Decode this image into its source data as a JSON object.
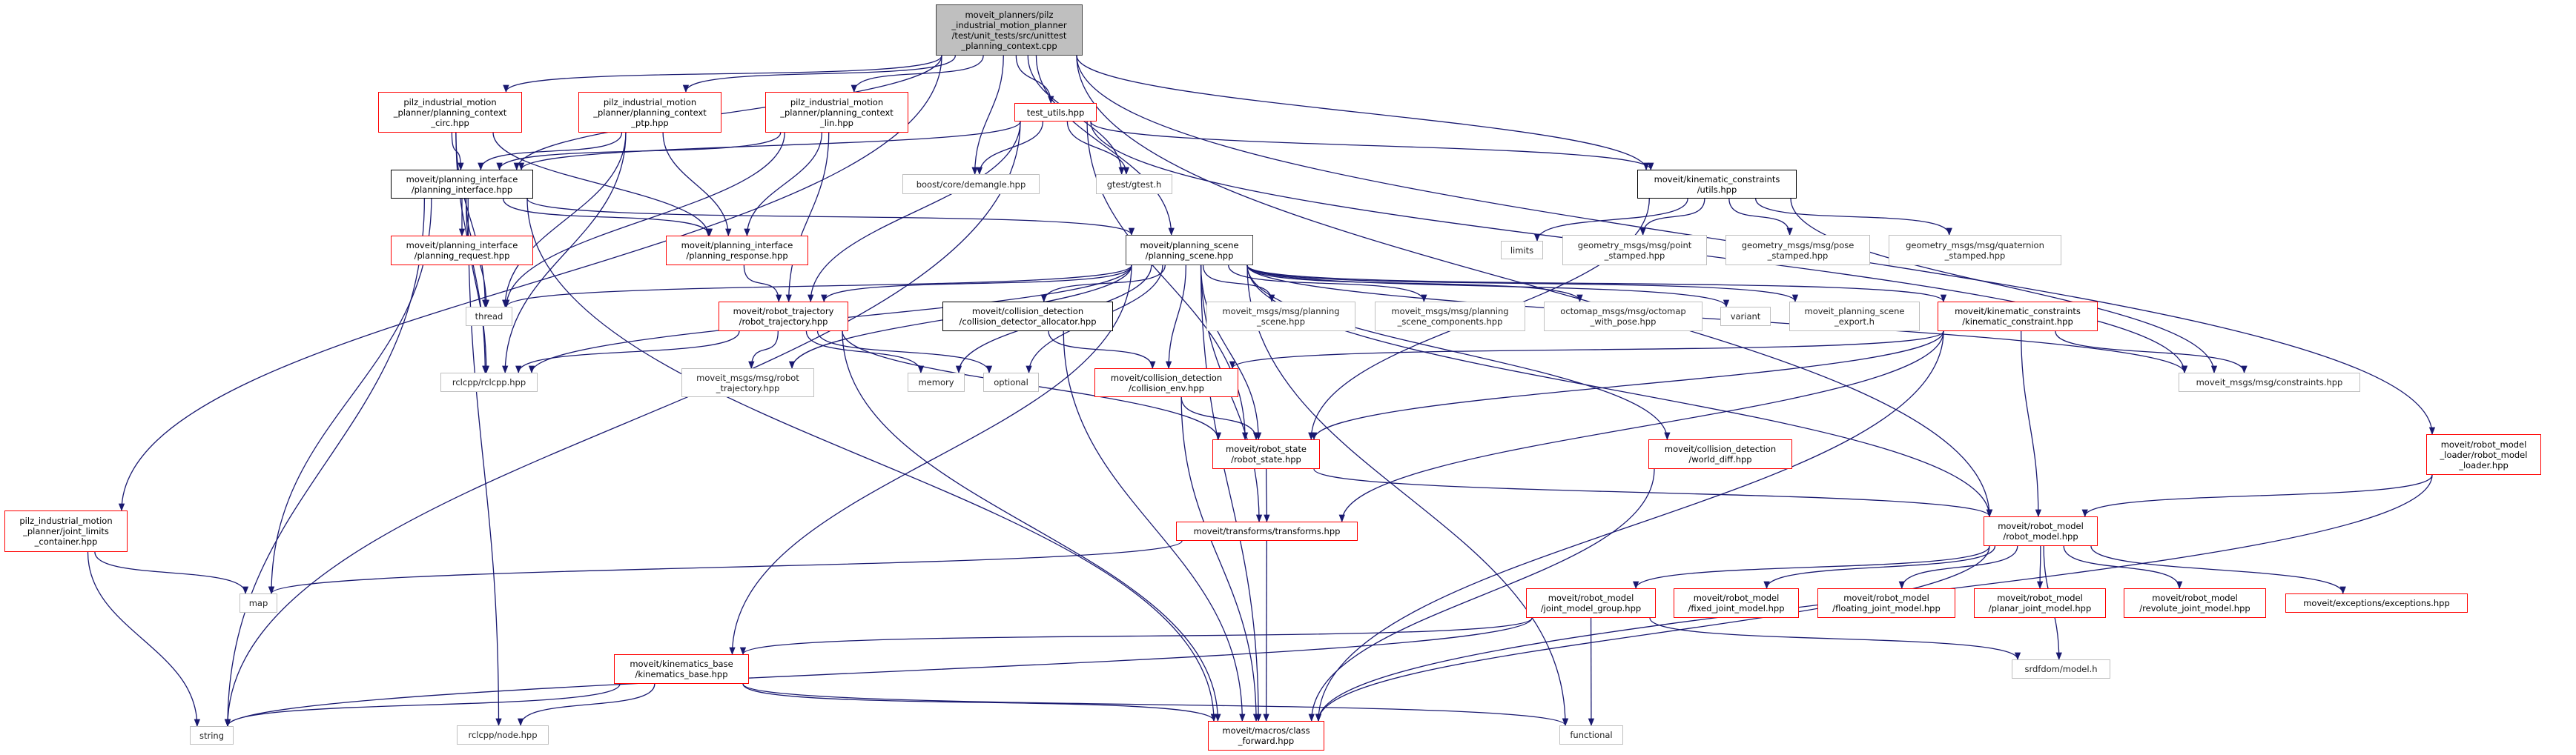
{
  "graph": {
    "edge_color": "#191970",
    "border_colors": {
      "root_fill": "#bfbfbf",
      "red": "#ff0000",
      "gray": "#bfbfbf",
      "normal": "#000000"
    },
    "nodes": [
      {
        "id": "root",
        "style": "root",
        "lines": [
          "moveit_planners/pilz",
          "_industrial_motion_planner",
          "/test/unit_tests/src/unittest",
          "_planning_context.cpp"
        ]
      },
      {
        "id": "circ",
        "style": "red",
        "lines": [
          "pilz_industrial_motion",
          "_planner/planning_context",
          "_circ.hpp"
        ]
      },
      {
        "id": "ptp",
        "style": "red",
        "lines": [
          "pilz_industrial_motion",
          "_planner/planning_context",
          "_ptp.hpp"
        ]
      },
      {
        "id": "lin",
        "style": "red",
        "lines": [
          "pilz_industrial_motion",
          "_planner/planning_context",
          "_lin.hpp"
        ]
      },
      {
        "id": "test_utils",
        "style": "red",
        "lines": [
          "test_utils.hpp"
        ]
      },
      {
        "id": "pi",
        "style": "normal",
        "lines": [
          "moveit/planning_interface",
          "/planning_interface.hpp"
        ]
      },
      {
        "id": "demangle",
        "style": "gray",
        "lines": [
          "boost/core/demangle.hpp"
        ]
      },
      {
        "id": "gtest",
        "style": "gray",
        "lines": [
          "gtest/gtest.h"
        ]
      },
      {
        "id": "kcu",
        "style": "normal",
        "lines": [
          "moveit/kinematic_constraints",
          "/utils.hpp"
        ]
      },
      {
        "id": "request",
        "style": "red",
        "lines": [
          "moveit/planning_interface",
          "/planning_request.hpp"
        ]
      },
      {
        "id": "response",
        "style": "red",
        "lines": [
          "moveit/planning_interface",
          "/planning_response.hpp"
        ]
      },
      {
        "id": "ps",
        "style": "dark",
        "lines": [
          "moveit/planning_scene",
          "/planning_scene.hpp"
        ]
      },
      {
        "id": "limits",
        "style": "gray",
        "lines": [
          "limits"
        ]
      },
      {
        "id": "point",
        "style": "gray",
        "lines": [
          "geometry_msgs/msg/point",
          "_stamped.hpp"
        ]
      },
      {
        "id": "pose",
        "style": "gray",
        "lines": [
          "geometry_msgs/msg/pose",
          "_stamped.hpp"
        ]
      },
      {
        "id": "quat",
        "style": "gray",
        "lines": [
          "geometry_msgs/msg/quaternion",
          "_stamped.hpp"
        ]
      },
      {
        "id": "thread",
        "style": "gray",
        "lines": [
          "thread"
        ]
      },
      {
        "id": "rt",
        "style": "red",
        "lines": [
          "moveit/robot_trajectory",
          "/robot_trajectory.hpp"
        ]
      },
      {
        "id": "cda",
        "style": "normal",
        "lines": [
          "moveit/collision_detection",
          "/collision_detector_allocator.hpp"
        ]
      },
      {
        "id": "mps",
        "style": "gray",
        "lines": [
          "moveit_msgs/msg/planning",
          "_scene.hpp"
        ]
      },
      {
        "id": "psc",
        "style": "gray",
        "lines": [
          "moveit_msgs/msg/planning",
          "_scene_components.hpp"
        ]
      },
      {
        "id": "octomap",
        "style": "gray",
        "lines": [
          "octomap_msgs/msg/octomap",
          "_with_pose.hpp"
        ]
      },
      {
        "id": "variant",
        "style": "gray",
        "lines": [
          "variant"
        ]
      },
      {
        "id": "export",
        "style": "gray",
        "lines": [
          "moveit_planning_scene",
          "_export.h"
        ]
      },
      {
        "id": "kc",
        "style": "red",
        "lines": [
          "moveit/kinematic_constraints",
          "/kinematic_constraint.hpp"
        ]
      },
      {
        "id": "rclcpp",
        "style": "gray",
        "lines": [
          "rclcpp/rclcpp.hpp"
        ]
      },
      {
        "id": "mrt",
        "style": "gray",
        "lines": [
          "moveit_msgs/msg/robot",
          "_trajectory.hpp"
        ]
      },
      {
        "id": "memory",
        "style": "gray",
        "lines": [
          "memory"
        ]
      },
      {
        "id": "optional",
        "style": "gray",
        "lines": [
          "optional"
        ]
      },
      {
        "id": "cenv",
        "style": "red",
        "lines": [
          "moveit/collision_detection",
          "/collision_env.hpp"
        ]
      },
      {
        "id": "constraints",
        "style": "gray",
        "lines": [
          "moveit_msgs/msg/constraints.hpp"
        ]
      },
      {
        "id": "robot_state",
        "style": "red",
        "lines": [
          "moveit/robot_state",
          "/robot_state.hpp"
        ]
      },
      {
        "id": "world_diff",
        "style": "red",
        "lines": [
          "moveit/collision_detection",
          "/world_diff.hpp"
        ]
      },
      {
        "id": "rml",
        "style": "red",
        "lines": [
          "moveit/robot_model",
          "_loader/robot_model",
          "_loader.hpp"
        ]
      },
      {
        "id": "jlc",
        "style": "red",
        "lines": [
          "pilz_industrial_motion",
          "_planner/joint_limits",
          "_container.hpp"
        ]
      },
      {
        "id": "transforms",
        "style": "red",
        "lines": [
          "moveit/transforms/transforms.hpp"
        ]
      },
      {
        "id": "robot_model",
        "style": "red",
        "lines": [
          "moveit/robot_model",
          "/robot_model.hpp"
        ]
      },
      {
        "id": "map",
        "style": "gray",
        "lines": [
          "map"
        ]
      },
      {
        "id": "jmg",
        "style": "red",
        "lines": [
          "moveit/robot_model",
          "/joint_model_group.hpp"
        ]
      },
      {
        "id": "fixed",
        "style": "red",
        "lines": [
          "moveit/robot_model",
          "/fixed_joint_model.hpp"
        ]
      },
      {
        "id": "floating",
        "style": "red",
        "lines": [
          "moveit/robot_model",
          "/floating_joint_model.hpp"
        ]
      },
      {
        "id": "planar",
        "style": "red",
        "lines": [
          "moveit/robot_model",
          "/planar_joint_model.hpp"
        ]
      },
      {
        "id": "revolute",
        "style": "red",
        "lines": [
          "moveit/robot_model",
          "/revolute_joint_model.hpp"
        ]
      },
      {
        "id": "exceptions",
        "style": "red",
        "lines": [
          "moveit/exceptions/exceptions.hpp"
        ]
      },
      {
        "id": "kb",
        "style": "red",
        "lines": [
          "moveit/kinematics_base",
          "/kinematics_base.hpp"
        ]
      },
      {
        "id": "srdf",
        "style": "gray",
        "lines": [
          "srdfdom/model.h"
        ]
      },
      {
        "id": "string",
        "style": "gray",
        "lines": [
          "string"
        ]
      },
      {
        "id": "node",
        "style": "gray",
        "lines": [
          "rclcpp/node.hpp"
        ]
      },
      {
        "id": "cf",
        "style": "red",
        "lines": [
          "moveit/macros/class",
          "_forward.hpp"
        ]
      },
      {
        "id": "functional",
        "style": "gray",
        "lines": [
          "functional"
        ]
      }
    ],
    "edges": [
      [
        "root",
        "circ"
      ],
      [
        "root",
        "ptp"
      ],
      [
        "root",
        "lin"
      ],
      [
        "root",
        "test_utils"
      ],
      [
        "root",
        "pi"
      ],
      [
        "root",
        "demangle"
      ],
      [
        "root",
        "gtest"
      ],
      [
        "root",
        "ps"
      ],
      [
        "root",
        "kcu"
      ],
      [
        "root",
        "jlc"
      ],
      [
        "root",
        "robot_model"
      ],
      [
        "root",
        "rml"
      ],
      [
        "circ",
        "pi"
      ],
      [
        "circ",
        "response"
      ],
      [
        "circ",
        "thread"
      ],
      [
        "circ",
        "rclcpp"
      ],
      [
        "ptp",
        "pi"
      ],
      [
        "ptp",
        "response"
      ],
      [
        "ptp",
        "thread"
      ],
      [
        "ptp",
        "rclcpp"
      ],
      [
        "lin",
        "pi"
      ],
      [
        "lin",
        "response"
      ],
      [
        "lin",
        "rt"
      ],
      [
        "lin",
        "thread"
      ],
      [
        "test_utils",
        "pi"
      ],
      [
        "test_utils",
        "demangle"
      ],
      [
        "test_utils",
        "gtest"
      ],
      [
        "test_utils",
        "kcu"
      ],
      [
        "test_utils",
        "rt"
      ],
      [
        "test_utils",
        "string"
      ],
      [
        "test_utils",
        "constraints"
      ],
      [
        "test_utils",
        "robot_state"
      ],
      [
        "pi",
        "request"
      ],
      [
        "pi",
        "response"
      ],
      [
        "pi",
        "ps"
      ],
      [
        "pi",
        "rclcpp"
      ],
      [
        "pi",
        "map"
      ],
      [
        "pi",
        "string"
      ],
      [
        "pi",
        "thread"
      ],
      [
        "pi",
        "node"
      ],
      [
        "pi",
        "cf"
      ],
      [
        "response",
        "rt"
      ],
      [
        "ps",
        "thread"
      ],
      [
        "ps",
        "rt"
      ],
      [
        "ps",
        "cda"
      ],
      [
        "ps",
        "mps"
      ],
      [
        "ps",
        "psc"
      ],
      [
        "ps",
        "octomap"
      ],
      [
        "ps",
        "variant"
      ],
      [
        "ps",
        "export"
      ],
      [
        "ps",
        "kc"
      ],
      [
        "ps",
        "cenv"
      ],
      [
        "ps",
        "robot_state"
      ],
      [
        "ps",
        "transforms"
      ],
      [
        "ps",
        "memory"
      ],
      [
        "ps",
        "optional"
      ],
      [
        "ps",
        "rclcpp"
      ],
      [
        "ps",
        "constraints"
      ],
      [
        "ps",
        "world_diff"
      ],
      [
        "ps",
        "robot_model"
      ],
      [
        "ps",
        "cf"
      ],
      [
        "ps",
        "functional"
      ],
      [
        "ps",
        "kb"
      ],
      [
        "ps",
        "mrt"
      ],
      [
        "kcu",
        "limits"
      ],
      [
        "kcu",
        "point"
      ],
      [
        "kcu",
        "pose"
      ],
      [
        "kcu",
        "quat"
      ],
      [
        "kcu",
        "constraints"
      ],
      [
        "kcu",
        "robot_state"
      ],
      [
        "rt",
        "rclcpp"
      ],
      [
        "rt",
        "mrt"
      ],
      [
        "rt",
        "memory"
      ],
      [
        "rt",
        "optional"
      ],
      [
        "rt",
        "robot_state"
      ],
      [
        "rt",
        "cf"
      ],
      [
        "cda",
        "cenv"
      ],
      [
        "cda",
        "cf"
      ],
      [
        "kc",
        "cenv"
      ],
      [
        "kc",
        "robot_state"
      ],
      [
        "kc",
        "transforms"
      ],
      [
        "kc",
        "cf"
      ],
      [
        "kc",
        "robot_model"
      ],
      [
        "kc",
        "constraints"
      ],
      [
        "cenv",
        "robot_state"
      ],
      [
        "cenv",
        "cf"
      ],
      [
        "robot_state",
        "transforms"
      ],
      [
        "robot_state",
        "robot_model"
      ],
      [
        "transforms",
        "map"
      ],
      [
        "transforms",
        "cf"
      ],
      [
        "world_diff",
        "cf"
      ],
      [
        "rml",
        "robot_model"
      ],
      [
        "rml",
        "cf"
      ],
      [
        "robot_model",
        "jmg"
      ],
      [
        "robot_model",
        "fixed"
      ],
      [
        "robot_model",
        "floating"
      ],
      [
        "robot_model",
        "planar"
      ],
      [
        "robot_model",
        "revolute"
      ],
      [
        "robot_model",
        "exceptions"
      ],
      [
        "robot_model",
        "srdf"
      ],
      [
        "robot_model",
        "cf"
      ],
      [
        "jmg",
        "kb"
      ],
      [
        "jmg",
        "string"
      ],
      [
        "jmg",
        "functional"
      ],
      [
        "jmg",
        "srdf"
      ],
      [
        "kb",
        "string"
      ],
      [
        "kb",
        "node"
      ],
      [
        "kb",
        "cf"
      ],
      [
        "kb",
        "functional"
      ],
      [
        "jlc",
        "map"
      ],
      [
        "jlc",
        "string"
      ]
    ]
  }
}
